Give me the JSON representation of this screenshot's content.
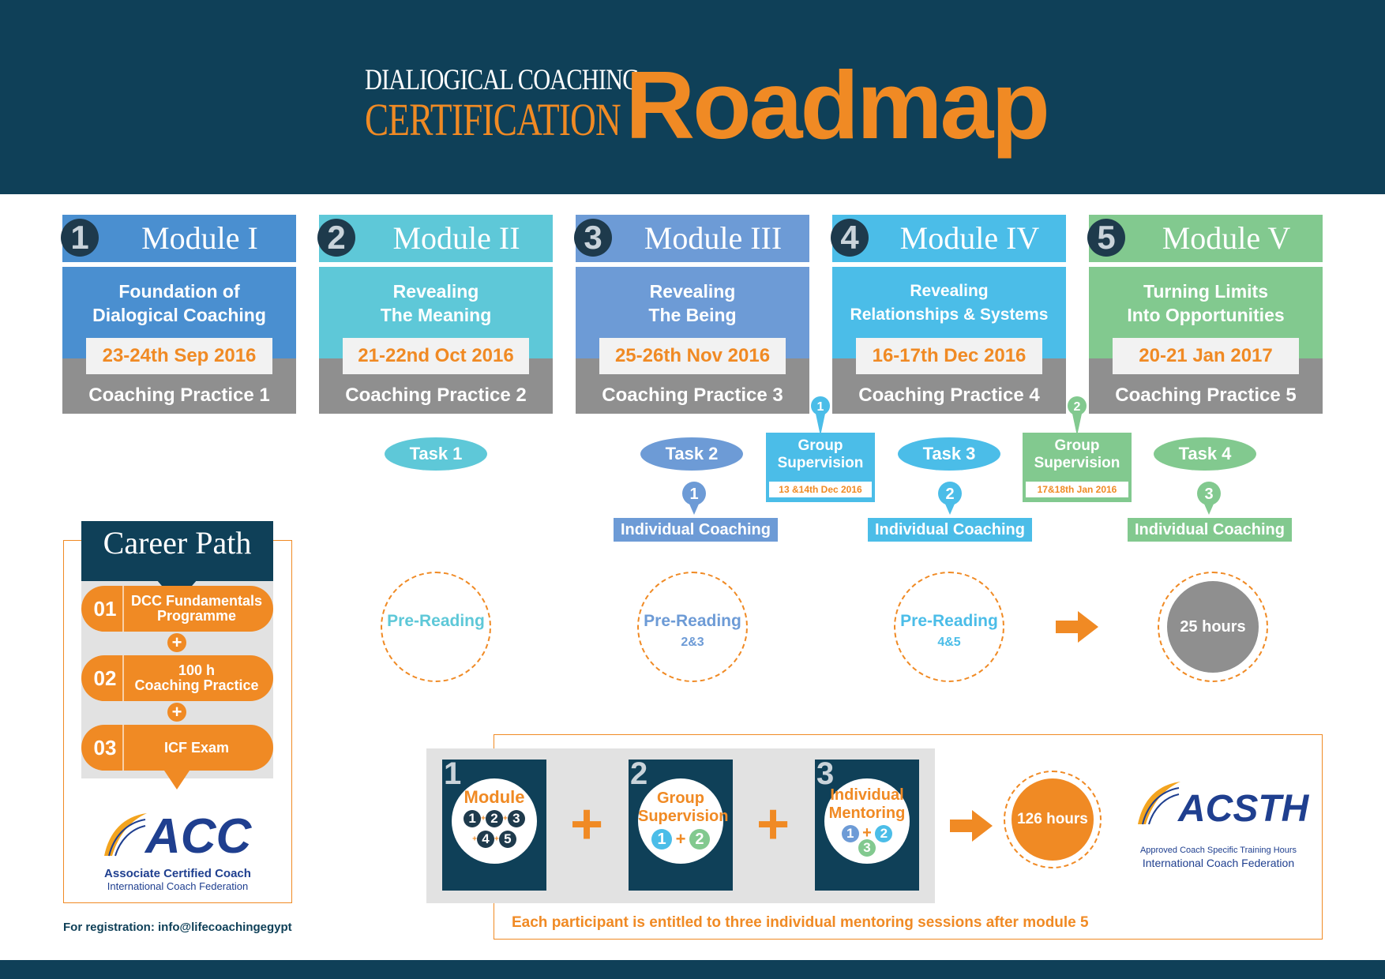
{
  "header": {
    "title_line1": "DIALIOGICAL COACHING",
    "title_line2": "CERTIFICATION",
    "title_main": "Roadmap"
  },
  "modules": [
    {
      "number": "1",
      "title": "Module I",
      "subtitle_line1": "Foundation of",
      "subtitle_line2": "Dialogical Coaching",
      "date": "23-24th Sep 2016",
      "practice": "Coaching Practice 1",
      "color_head": "#4a8fd0",
      "color_body": "#4a8fd0"
    },
    {
      "number": "2",
      "title": "Module II",
      "subtitle_line1": "Revealing",
      "subtitle_line2": "The Meaning",
      "date": "21-22nd Oct 2016",
      "practice": "Coaching Practice 2",
      "color_head": "#5ec8d8",
      "color_body": "#5ec8d8"
    },
    {
      "number": "3",
      "title": "Module III",
      "subtitle_line1": "Revealing",
      "subtitle_line2": "The Being",
      "date": "25-26th Nov 2016",
      "practice": "Coaching Practice 3",
      "color_head": "#6d9bd6",
      "color_body": "#6d9bd6"
    },
    {
      "number": "4",
      "title": "Module IV",
      "subtitle_line1": "Revealing",
      "subtitle_line2": "Relationships & Systems",
      "date": "16-17th Dec 2016",
      "practice": "Coaching Practice 4",
      "color_head": "#4bbde8",
      "color_body": "#4bbde8"
    },
    {
      "number": "5",
      "title": "Module V",
      "subtitle_line1": "Turning Limits",
      "subtitle_line2": "Into Opportunities",
      "date": "20-21 Jan 2017",
      "practice": "Coaching Practice 5",
      "color_head": "#82c98f",
      "color_body": "#82c98f"
    }
  ],
  "tasks": [
    "Task 1",
    "Task 2",
    "Task 3",
    "Task 4"
  ],
  "group_supervision": [
    {
      "marker": "1",
      "title_line1": "Group",
      "title_line2": "Supervision",
      "date": "13 &14th Dec 2016"
    },
    {
      "marker": "2",
      "title_line1": "Group",
      "title_line2": "Supervision",
      "date": "17&18th Jan 2016"
    }
  ],
  "individual_coaching": [
    {
      "marker": "1",
      "label": "Individual Coaching"
    },
    {
      "marker": "2",
      "label": "Individual Coaching"
    },
    {
      "marker": "3",
      "label": "Individual Coaching"
    }
  ],
  "pre_reading": [
    {
      "title": "Pre-Reading",
      "sub": ""
    },
    {
      "title": "Pre-Reading",
      "sub": "2&3"
    },
    {
      "title": "Pre-Reading",
      "sub": "4&5"
    }
  ],
  "hours_25": "25 hours",
  "career_path": {
    "title": "Career Path",
    "steps": [
      {
        "num": "01",
        "text_line1": "DCC Fundamentals",
        "text_line2": "Programme"
      },
      {
        "num": "02",
        "text_line1": "100 h",
        "text_line2": "Coaching Practice"
      },
      {
        "num": "03",
        "text_line1": "ICF Exam",
        "text_line2": ""
      }
    ],
    "plus": "+"
  },
  "acc_logo": {
    "name": "ACC",
    "line1": "Associate Certified Coach",
    "line2": "International Coach Federation"
  },
  "registration": "For registration: info@lifecoachingegypt",
  "formula": {
    "items": [
      {
        "num": "1",
        "title_line1": "Module",
        "title_line2": "",
        "dots": [
          "1",
          "2",
          "3",
          "4",
          "5"
        ]
      },
      {
        "num": "2",
        "title_line1": "Group",
        "title_line2": "Supervision",
        "dots": [
          "1",
          "2"
        ]
      },
      {
        "num": "3",
        "title_line1": "Individual",
        "title_line2": "Mentoring",
        "dots": [
          "1",
          "2",
          "3"
        ]
      }
    ],
    "plus": "+",
    "total": "126 hours",
    "note": "Each participant is entitled to three individual mentoring sessions after module 5"
  },
  "acsth_logo": {
    "name": "ACSTH",
    "line1": "Approved Coach Specific Training Hours",
    "line2": "International Coach Federation"
  },
  "colors": {
    "navy": "#0f4058",
    "orange": "#f08a24",
    "gray": "#8f8f8f",
    "light_gray": "#e2e2e2",
    "icf_blue": "#1f3f8f"
  }
}
